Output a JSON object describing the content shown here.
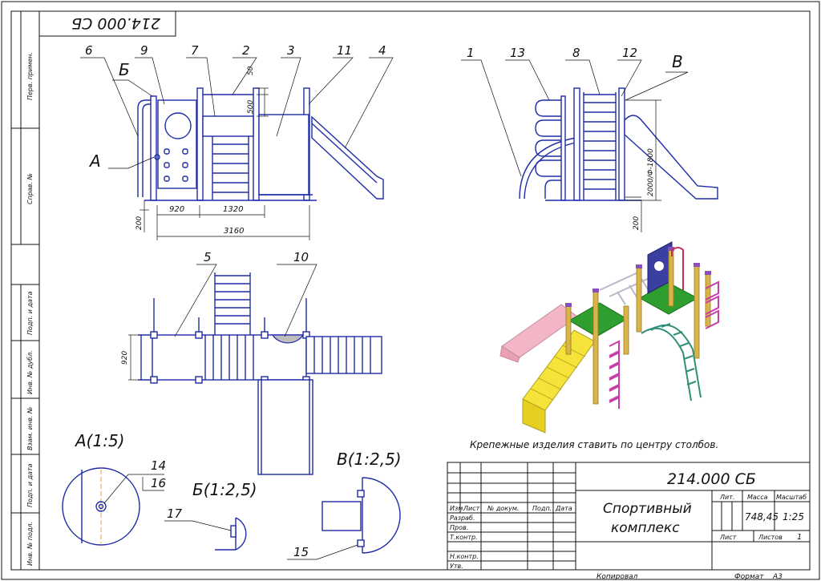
{
  "sheet": {
    "corner_stamp": "214.000 СБ",
    "side_stamp": [
      "Перв. примен.",
      "Справ. №",
      "Подп. и дата",
      "Инв. № дубл.",
      "Взам. инв. №",
      "Подп. и дата",
      "Инв. № подл."
    ],
    "note": "Крепежные изделия ставить по центру столбов.",
    "footer_left": "Копировал",
    "footer_right": "Формат    А3"
  },
  "title_block": {
    "designation": "214.000 СБ",
    "name_line1": "Спортивный",
    "name_line2": "комплекс",
    "header_cols": [
      "Изм.",
      "Лист",
      "№ докум.",
      "Подп.",
      "Дата"
    ],
    "roles": [
      "Разраб.",
      "Пров.",
      "Т.контр.",
      "Н.контр.",
      "Утв."
    ],
    "lit_label": "Лит.",
    "mass_label": "Масса",
    "scale_label": "Масштаб",
    "mass_value": "748,45",
    "scale_value": "1:25",
    "sheet_label": "Лист",
    "sheets_label": "Листов",
    "sheets_value": "1"
  },
  "front_view": {
    "callouts": [
      "6",
      "9",
      "7",
      "2",
      "3",
      "11",
      "4"
    ],
    "letter_b": "Б",
    "letter_a": "А",
    "dims": [
      "50",
      "500",
      "920",
      "1320",
      "3160",
      "200"
    ]
  },
  "side_view": {
    "callouts": [
      "1",
      "13",
      "8",
      "12"
    ],
    "letter_v": "В",
    "dims": [
      "2000/Ф-1800",
      "200"
    ]
  },
  "top_view": {
    "callouts": [
      "5",
      "10"
    ],
    "dims": [
      "920"
    ]
  },
  "details": {
    "a_title": "А(1:5)",
    "a_callouts": [
      "14",
      "16"
    ],
    "b_title": "Б(1:2,5)",
    "b_callout": "17",
    "v_title": "В(1:2,5)",
    "v_callout": "15"
  },
  "colors": {
    "drawing_lines": "#1e2ca8",
    "slide": "#f2b6c6",
    "stairs": "#f5e33a",
    "platform": "#2e9e2e",
    "posts": "#d9b44a",
    "post_caps": "#8a4fbf",
    "climbing_bars": "#c73fa8",
    "arch_ladder": "#2f8f78",
    "top_bars": "#b8b8c8",
    "panel": "#3a3fa0"
  }
}
